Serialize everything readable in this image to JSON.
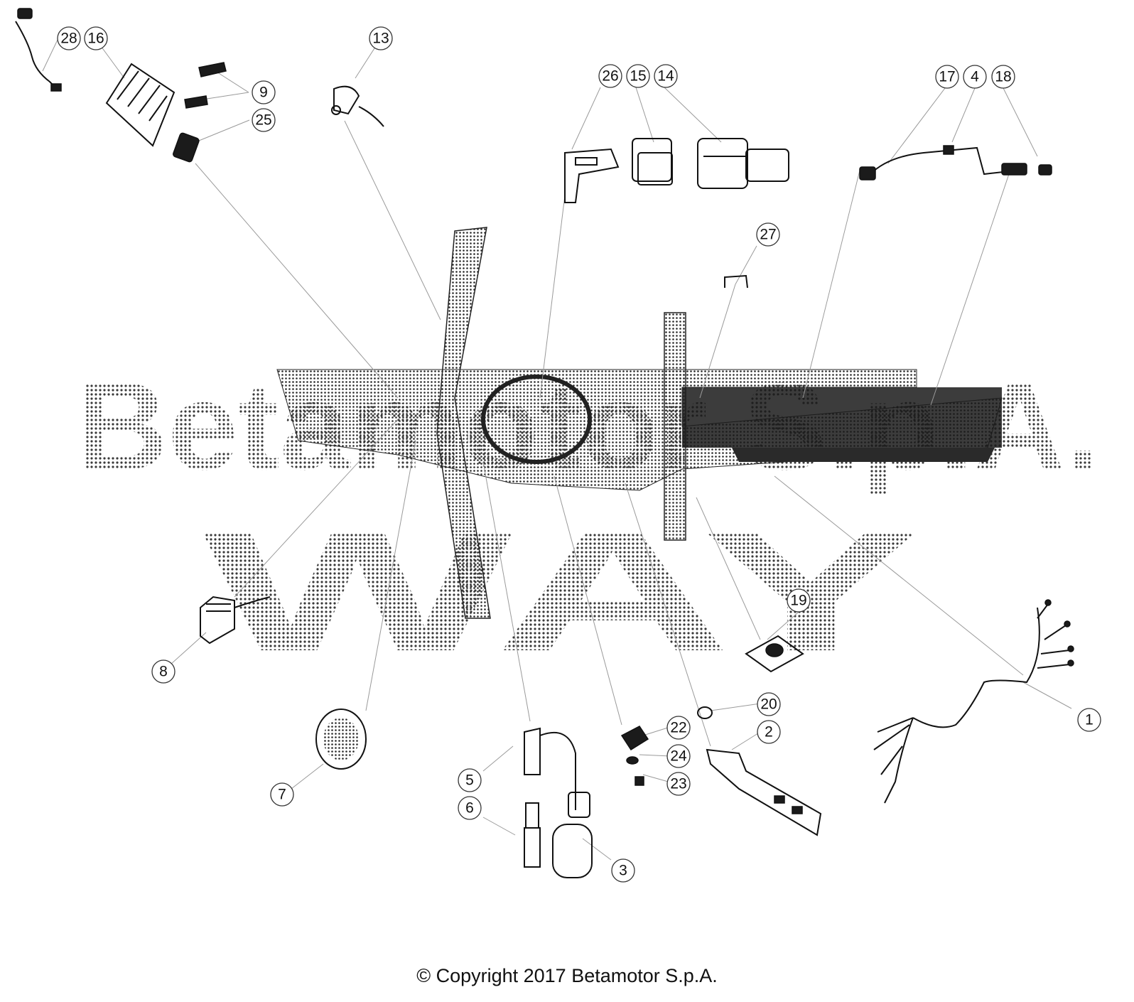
{
  "watermark": {
    "line1": "Betamotor S.p.A.",
    "line2": "WAY"
  },
  "copyright": "© Copyright 2017 Betamotor S.p.A.",
  "callouts": [
    {
      "id": "28",
      "label": "28"
    },
    {
      "id": "16",
      "label": "16"
    },
    {
      "id": "9",
      "label": "9"
    },
    {
      "id": "25",
      "label": "25"
    },
    {
      "id": "13",
      "label": "13"
    },
    {
      "id": "26",
      "label": "26"
    },
    {
      "id": "15",
      "label": "15"
    },
    {
      "id": "14",
      "label": "14"
    },
    {
      "id": "17",
      "label": "17"
    },
    {
      "id": "4",
      "label": "4"
    },
    {
      "id": "18",
      "label": "18"
    },
    {
      "id": "27",
      "label": "27"
    },
    {
      "id": "19",
      "label": "19"
    },
    {
      "id": "8",
      "label": "8"
    },
    {
      "id": "20",
      "label": "20"
    },
    {
      "id": "2",
      "label": "2"
    },
    {
      "id": "22",
      "label": "22"
    },
    {
      "id": "24",
      "label": "24"
    },
    {
      "id": "23",
      "label": "23"
    },
    {
      "id": "1",
      "label": "1"
    },
    {
      "id": "5",
      "label": "5"
    },
    {
      "id": "6",
      "label": "6"
    },
    {
      "id": "3",
      "label": "3"
    },
    {
      "id": "7",
      "label": "7"
    }
  ]
}
